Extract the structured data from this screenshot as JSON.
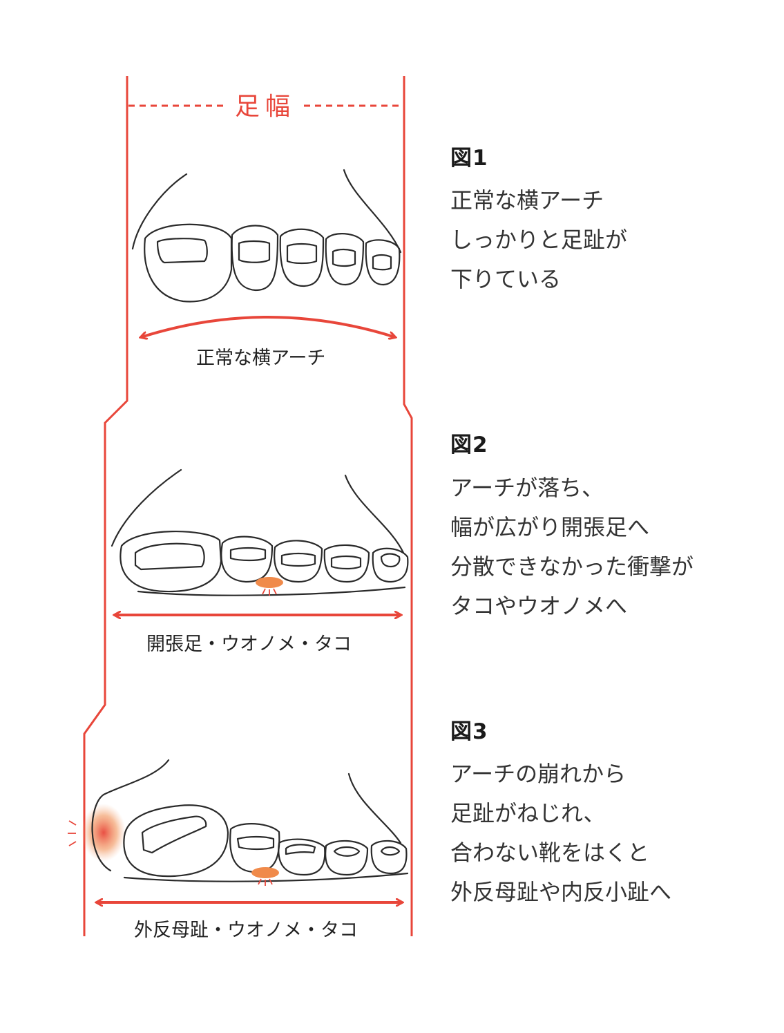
{
  "width_label": "足幅",
  "figures": [
    {
      "title": "図1",
      "lines": [
        "正常な横アーチ",
        "しっかりと足趾が",
        "下りている"
      ],
      "caption": "正常な横アーチ"
    },
    {
      "title": "図2",
      "lines": [
        "アーチが落ち、",
        "幅が広がり開張足へ",
        "分散できなかった衝撃が",
        "タコやウオノメへ"
      ],
      "caption": "開張足・ウオノメ・タコ"
    },
    {
      "title": "図3",
      "lines": [
        "アーチの崩れから",
        "足趾がねじれ、",
        "合わない靴をはくと",
        "外反母趾や内反小趾へ"
      ],
      "caption": "外反母趾・ウオノメ・タコ"
    }
  ],
  "colors": {
    "accent": "#e8463a",
    "callus": "#f08a4a",
    "text": "#333333",
    "outline": "#2a2a2a"
  }
}
